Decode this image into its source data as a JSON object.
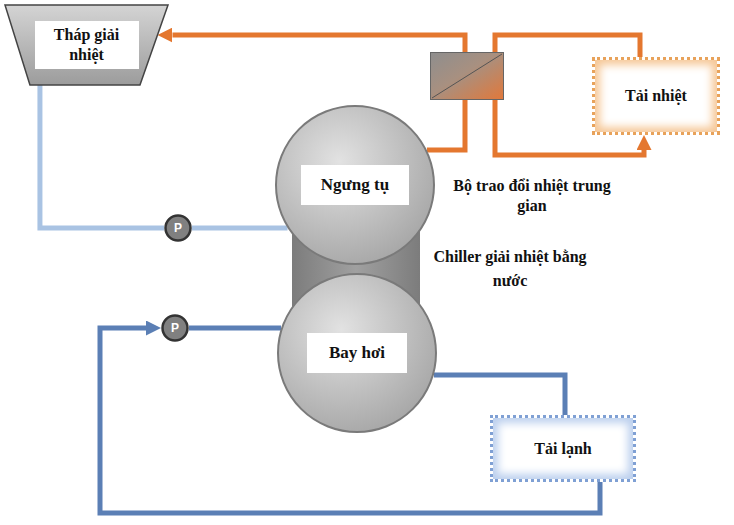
{
  "diagram": {
    "nodes": [
      {
        "text": [
          "Tháp giải nhiệt"
        ]
      },
      {
        "text": [
          "Bộ trao đổi nhiệt trung gian"
        ]
      },
      {
        "text": [
          "Tải nhiệt"
        ]
      },
      {
        "text": [
          "Ngưng tụ"
        ]
      },
      {
        "text": [
          "P"
        ]
      },
      {
        "text": [
          "P"
        ]
      },
      {
        "text": [
          "Bay hơi"
        ]
      },
      {
        "text": [
          "Tải lạnh"
        ]
      }
    ],
    "edges": [
      {
        "from": 1,
        "to": 0,
        "arrow": "to"
      },
      {
        "from": 2,
        "to": 1,
        "arrow": "none"
      },
      {
        "from": 1,
        "to": 2,
        "arrow": "to"
      },
      {
        "from": 3,
        "to": 1,
        "arrow": "none"
      },
      {
        "from": 0,
        "to": 4,
        "arrow": "none"
      },
      {
        "from": 4,
        "to": 3,
        "arrow": "none"
      },
      {
        "from": 7,
        "to": 5,
        "arrow": "to"
      },
      {
        "from": 5,
        "to": 6,
        "arrow": "none"
      },
      {
        "from": 6,
        "to": 7,
        "arrow": "none"
      }
    ],
    "labels": [
      "Chiller giải nhiệt bằng nước"
    ]
  }
}
